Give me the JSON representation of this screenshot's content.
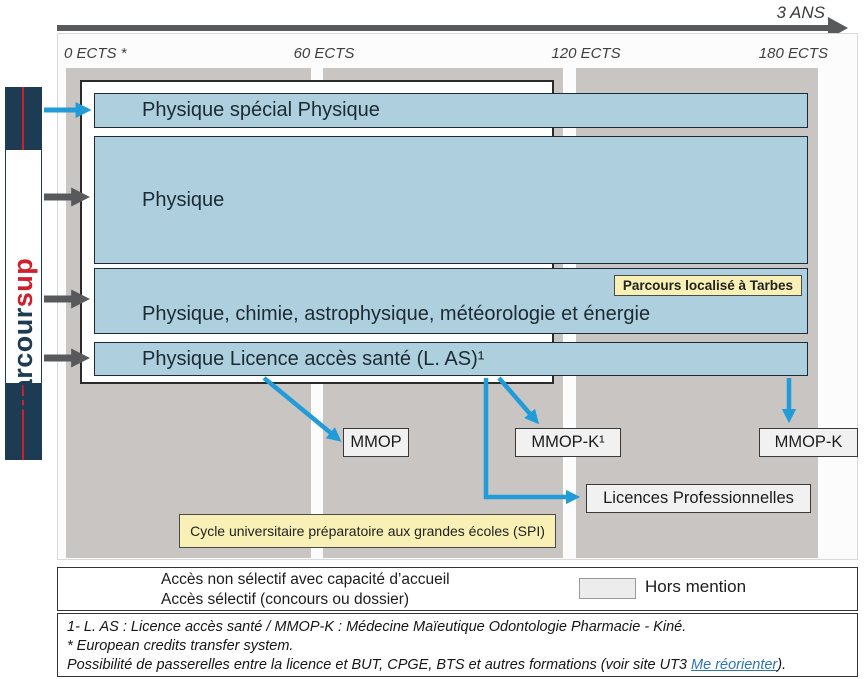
{
  "timeline": {
    "duration_label": "3 ANS",
    "ects_labels": [
      "0 ECTS *",
      "60 ECTS",
      "120 ECTS",
      "180 ECTS"
    ]
  },
  "logo": {
    "text_main": "parcour",
    "text_accent": "sup"
  },
  "licences": [
    {
      "label": "Physique spécial Physique",
      "access": "sélectif"
    },
    {
      "label": "Physique",
      "access": "non sélectif"
    },
    {
      "label": "Physique, chimie, astrophysique, météorologie et énergie",
      "access": "non sélectif",
      "note": "Parcours localisé à Tarbes"
    },
    {
      "label": "Physique Licence accès santé (L. AS)¹",
      "access": "non sélectif"
    }
  ],
  "outcomes": {
    "mmop": "MMOP",
    "mmop_k1": "MMOP-K¹",
    "mmop_k": "MMOP-K",
    "licences_pro": "Licences Professionnelles",
    "cycle_spi": "Cycle universitaire préparatoire aux grandes écoles (SPI)"
  },
  "legend": {
    "non_selective": "Accès non sélectif avec capacité d’accueil",
    "selective": "Accès sélectif (concours ou dossier)",
    "hors_mention": "Hors mention"
  },
  "footnotes": {
    "line1": "1- L. AS : Licence accès santé / MMOP-K : Médecine Maïeutique Odontologie Pharmacie - Kiné.",
    "line2": "* European credits transfer system.",
    "line3_prefix": "Possibilité de passerelles entre la licence et BUT, CPGE, BTS et autres formations (voir site UT3 ",
    "line3_link": "Me réorienter",
    "line3_suffix": ")."
  },
  "colors": {
    "licence_fill": "#aecfdd",
    "column_fill": "#c9c5c3",
    "selective_arrow": "#219cd8",
    "non_selective_arrow": "#58595b",
    "logo_navy": "#1d3c54",
    "logo_red": "#cf202e",
    "highlight_yellow": "#f8f0b4"
  }
}
